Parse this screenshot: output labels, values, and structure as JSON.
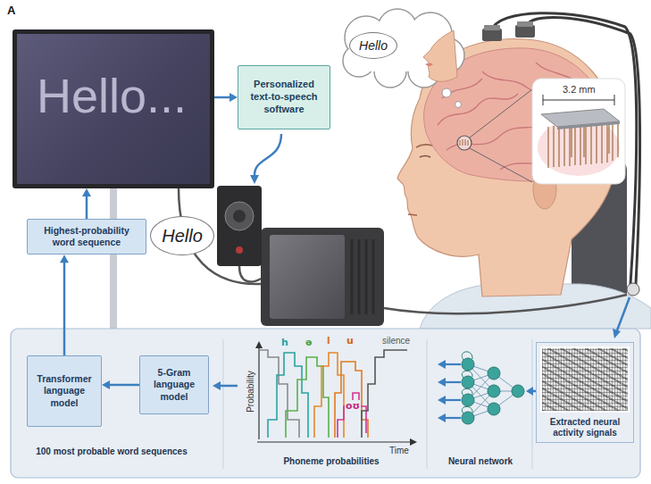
{
  "diagram": {
    "nodes": [
      {
        "text": [
          "Hello..."
        ]
      },
      {
        "text": [
          "Personalized text-to-speech software"
        ]
      },
      {
        "text": [
          "Hello"
        ]
      },
      {
        "text": [
          "Hello"
        ]
      },
      {
        "text": [
          "Highest-probability word sequence"
        ]
      },
      {
        "text": [
          "Transformer language model"
        ]
      },
      {
        "text": [
          "5-Gram language model"
        ]
      },
      {
        "text": [
          "Extracted neural activity signals"
        ]
      }
    ],
    "edges": [
      {
        "from": 4,
        "to": 0,
        "arrow": "to"
      },
      {
        "from": 0,
        "to": 1,
        "arrow": "to"
      },
      {
        "from": 5,
        "to": 4,
        "arrow": "to"
      },
      {
        "from": 6,
        "to": 5,
        "arrow": "to"
      }
    ],
    "labels": [
      "A",
      "3.2 mm",
      "100 most probable word sequences",
      "Probability",
      "Time",
      "h",
      "ə",
      "l",
      "u",
      "oʊ",
      "silence",
      "Phoneme probabilities",
      "Neural network"
    ]
  }
}
